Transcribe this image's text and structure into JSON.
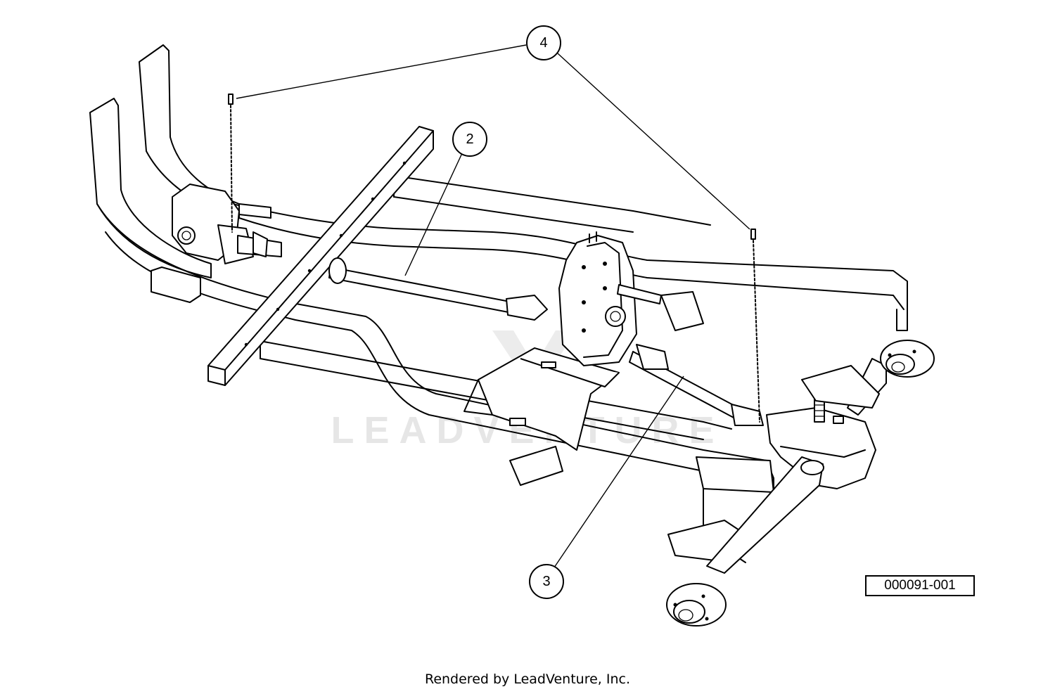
{
  "callouts": [
    {
      "label": "4"
    },
    {
      "label": "2"
    },
    {
      "label": "3"
    }
  ],
  "watermark": {
    "text": "LEADVENTURE"
  },
  "figure_id": "000091-001",
  "credit": "Rendered by LeadVenture, Inc."
}
